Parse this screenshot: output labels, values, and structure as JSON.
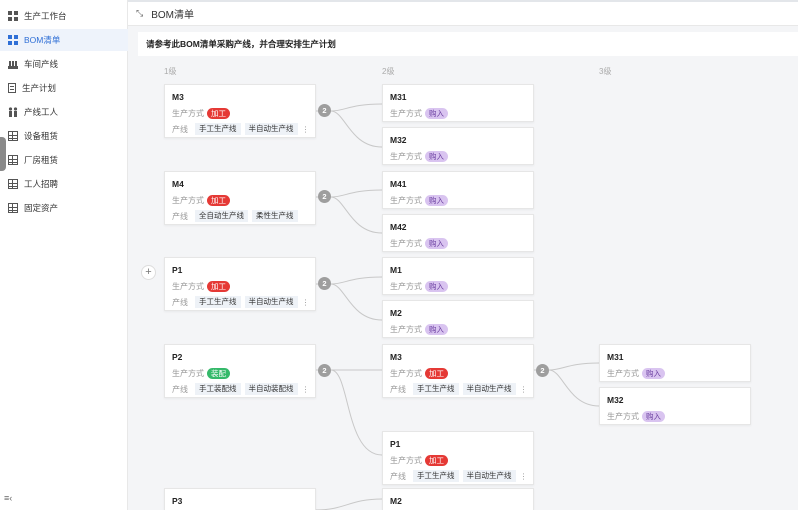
{
  "sidebar": {
    "items": [
      {
        "label": "生产工作台",
        "icon": "tiles-icon"
      },
      {
        "label": "BOM清单",
        "icon": "tiles-icon",
        "active": true
      },
      {
        "label": "车间产线",
        "icon": "factory-icon"
      },
      {
        "label": "生产计划",
        "icon": "document-icon"
      },
      {
        "label": "产线工人",
        "icon": "people-icon"
      },
      {
        "label": "设备租赁",
        "icon": "table-icon"
      },
      {
        "label": "厂房租赁",
        "icon": "table-icon"
      },
      {
        "label": "工人招聘",
        "icon": "table-icon"
      },
      {
        "label": "固定资产",
        "icon": "table-icon"
      }
    ]
  },
  "header": {
    "title": "BOM清单"
  },
  "instruction": "请参考此BOM清单采购产线，并合理安排生产计划",
  "levels": [
    "1级",
    "2级",
    "3级"
  ],
  "labels": {
    "method": "生产方式",
    "line": "产线",
    "more": "⋮"
  },
  "colors": {
    "process": "#e53935",
    "buy": "#d9c4f0",
    "assemble": "#35b96a",
    "active": "#2f6fd6"
  },
  "cards": {
    "m3_root": {
      "name": "M3",
      "method": "加工",
      "lines": [
        "手工生产线",
        "半自动生产线"
      ]
    },
    "m4_root": {
      "name": "M4",
      "method": "加工",
      "lines": [
        "全自动生产线",
        "柔性生产线"
      ]
    },
    "p1_root": {
      "name": "P1",
      "method": "加工",
      "lines": [
        "手工生产线",
        "半自动生产线"
      ]
    },
    "p2_root": {
      "name": "P2",
      "method": "装配",
      "lines": [
        "手工装配线",
        "半自动装配线"
      ]
    },
    "p3_root": {
      "name": "P3"
    },
    "m31_a": {
      "name": "M31",
      "method": "购入"
    },
    "m32_a": {
      "name": "M32",
      "method": "购入"
    },
    "m41": {
      "name": "M41",
      "method": "购入"
    },
    "m42": {
      "name": "M42",
      "method": "购入"
    },
    "m1": {
      "name": "M1",
      "method": "购入"
    },
    "m2_a": {
      "name": "M2",
      "method": "购入"
    },
    "m3_sub": {
      "name": "M3",
      "method": "加工",
      "lines": [
        "手工生产线",
        "半自动生产线"
      ]
    },
    "p1_sub": {
      "name": "P1",
      "method": "加工",
      "lines": [
        "手工生产线",
        "半自动生产线"
      ]
    },
    "m2_b": {
      "name": "M2"
    },
    "m31_b": {
      "name": "M31",
      "method": "购入"
    },
    "m32_b": {
      "name": "M32",
      "method": "购入"
    }
  },
  "badges": {
    "m3": "2",
    "m4": "2",
    "p1": "2",
    "p2": "2",
    "m3_sub": "2"
  }
}
